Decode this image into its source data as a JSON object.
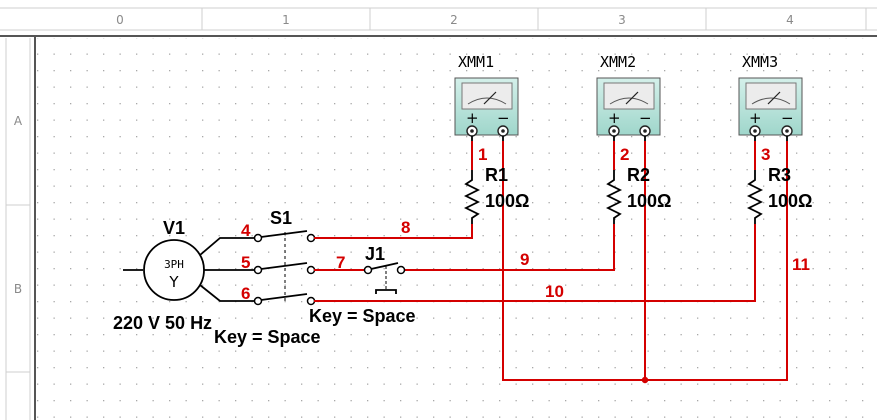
{
  "ruler": {
    "columns": [
      "0",
      "1",
      "2",
      "3",
      "4"
    ],
    "rows": [
      "A",
      "B"
    ]
  },
  "source": {
    "name": "V1",
    "type_label": "3PH",
    "connection": "Y",
    "rating": "220 V 50 Hz"
  },
  "switches": {
    "s1": {
      "name": "S1",
      "key": "Key = Space"
    },
    "j1": {
      "name": "J1",
      "key": "Key = Space"
    }
  },
  "meters": [
    {
      "name": "XMM1",
      "plus": "+",
      "minus": "−"
    },
    {
      "name": "XMM2",
      "plus": "+",
      "minus": "−"
    },
    {
      "name": "XMM3",
      "plus": "+",
      "minus": "−"
    }
  ],
  "resistors": [
    {
      "name": "R1",
      "value": "100Ω"
    },
    {
      "name": "R2",
      "value": "100Ω"
    },
    {
      "name": "R3",
      "value": "100Ω"
    }
  ],
  "nets": {
    "n1": "1",
    "n2": "2",
    "n3": "3",
    "n4": "4",
    "n5": "5",
    "n6": "6",
    "n7": "7",
    "n8": "8",
    "n9": "9",
    "n10": "10",
    "n11": "11"
  },
  "colors": {
    "wire": "#d40000",
    "grid_dot": "#b0b0b0",
    "meter_body": "#b8e4dc",
    "meter_face": "#e8e8e8"
  }
}
